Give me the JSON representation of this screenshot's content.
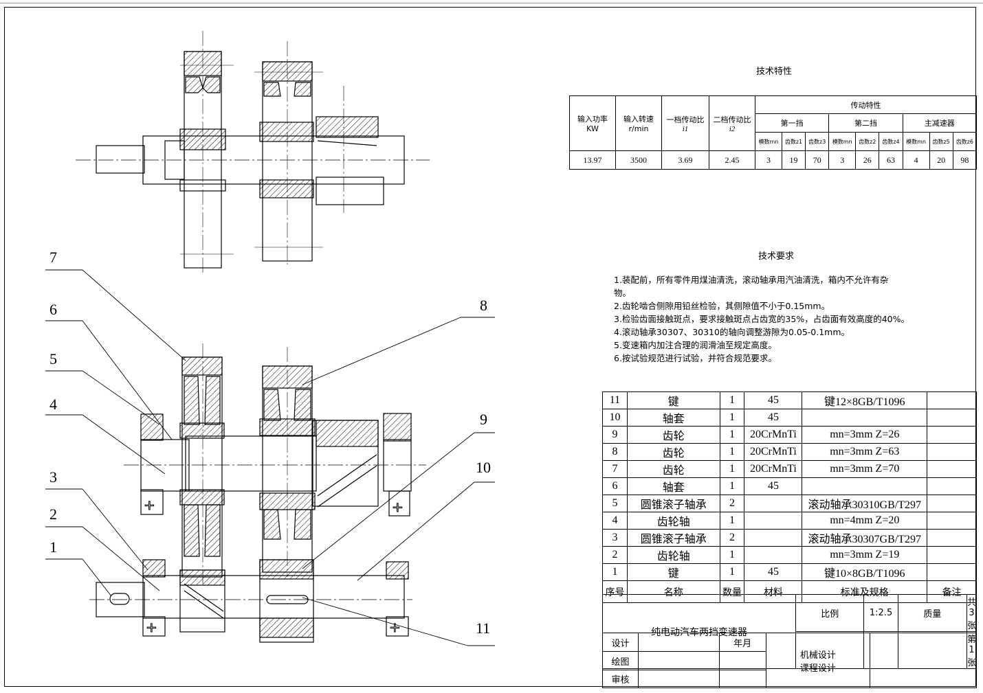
{
  "tech_title": "技术特性",
  "tech_table": {
    "h_power": "输入功率",
    "h_power_unit": "KW",
    "h_speed": "输入转速",
    "h_speed_unit": "r/min",
    "h_ratio1": "一档传动比",
    "h_ratio1_sym": "i1",
    "h_ratio2": "二档传动比",
    "h_ratio2_sym": "i2",
    "h_transmission": "传动特性",
    "h_gear1": "第一挡",
    "h_gear2": "第二挡",
    "h_reducer": "主减速器",
    "sub": [
      "模数mn",
      "齿数z1",
      "齿数z3",
      "模数mn",
      "齿数z2",
      "齿数z4",
      "模数mn",
      "齿数z5",
      "齿数z6"
    ],
    "values": [
      "13.97",
      "3500",
      "3.69",
      "2.45",
      "3",
      "19",
      "70",
      "3",
      "26",
      "63",
      "4",
      "20",
      "98"
    ]
  },
  "req_title": "技术要求",
  "requirements": [
    "1.装配前，所有零件用煤油清洗，滚动轴承用汽油清洗，箱内不允许有杂",
    "物。",
    "2.齿轮啮合侧隙用铅丝检验，其侧隙值不小于0.15mm。",
    "3.检验齿面接触斑点，要求接触斑点占齿宽的35%，占齿面有效高度的40%。",
    "4.滚动轴承30307、30310的轴向调整游隙为0.05-0.1mm。",
    "5.变速箱内加注合理的润滑油至规定高度。",
    "6.按试验规范进行试验，并符合规范要求。"
  ],
  "bom": [
    {
      "no": "11",
      "name": "键",
      "qty": "1",
      "mat": "45",
      "std": "键12×8GB/T1096",
      "note": ""
    },
    {
      "no": "10",
      "name": "轴套",
      "qty": "1",
      "mat": "45",
      "std": "",
      "note": ""
    },
    {
      "no": "9",
      "name": "齿轮",
      "qty": "1",
      "mat": "20CrMnTi",
      "std": "mn=3mm Z=26",
      "note": ""
    },
    {
      "no": "8",
      "name": "齿轮",
      "qty": "1",
      "mat": "20CrMnTi",
      "std": "mn=3mm Z=63",
      "note": ""
    },
    {
      "no": "7",
      "name": "齿轮",
      "qty": "1",
      "mat": "20CrMnTi",
      "std": "mn=3mm Z=70",
      "note": ""
    },
    {
      "no": "6",
      "name": "轴套",
      "qty": "1",
      "mat": "45",
      "std": "",
      "note": ""
    },
    {
      "no": "5",
      "name": "圆锥滚子轴承",
      "qty": "2",
      "mat": "",
      "std": "滚动轴承30310GB/T297",
      "note": ""
    },
    {
      "no": "4",
      "name": "齿轮轴",
      "qty": "1",
      "mat": "",
      "std": "mn=4mm Z=20",
      "note": ""
    },
    {
      "no": "3",
      "name": "圆锥滚子轴承",
      "qty": "2",
      "mat": "",
      "std": "滚动轴承30307GB/T297",
      "note": ""
    },
    {
      "no": "2",
      "name": "齿轮轴",
      "qty": "1",
      "mat": "",
      "std": "mn=3mm Z=19",
      "note": ""
    },
    {
      "no": "1",
      "name": "键",
      "qty": "1",
      "mat": "45",
      "std": "键10×8GB/T1096",
      "note": ""
    }
  ],
  "bom_header": {
    "no": "序号",
    "name": "名称",
    "qty": "数量",
    "mat": "材料",
    "std": "标准及规格",
    "note": "备注"
  },
  "title_block": {
    "drawing_name": "纯电动汽车两挡变速器",
    "scale_label": "比例",
    "scale": "1:2.5",
    "mass_label": "质量",
    "sheets_total": "共3张",
    "sheet_no": "第1张",
    "design": "设计",
    "date": "年月",
    "draw": "绘图",
    "review": "审核",
    "course1": "机械设计",
    "course2": "课程设计"
  },
  "part_labels": [
    "1",
    "2",
    "3",
    "4",
    "5",
    "6",
    "7",
    "8",
    "9",
    "10",
    "11"
  ]
}
